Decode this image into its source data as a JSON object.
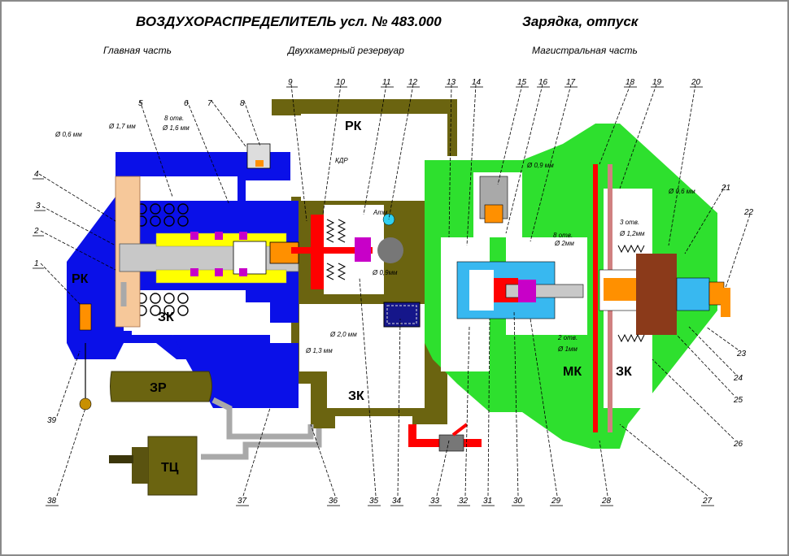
{
  "title": {
    "main": "ВОЗДУХОРАСПРЕДЕЛИТЕЛЬ усл. № 483.000",
    "mode": "Зарядка, отпуск"
  },
  "sections": {
    "main_part": "Главная часть",
    "reservoir": "Двухкамерный резервуар",
    "line_part": "Магистральная часть"
  },
  "chambers": {
    "rk_top": "РК",
    "rk_left": "РК",
    "zk_left": "ЗК",
    "zk_bottom": "ЗК",
    "mk": "МК",
    "zk_right": "ЗК",
    "zr": "ЗР",
    "tc": "ТЦ",
    "kdr": "КДР",
    "atm": "Атм"
  },
  "orifices": [
    "Ø 0,6 мм",
    "Ø 1,7 мм",
    "Ø 1,6 мм",
    "8 отв.",
    "Ø 0,9 мм",
    "Ø 0,9мм",
    "Ø 2,0 мм",
    "Ø 1,3 мм",
    "8 отв.",
    "Ø 2мм",
    "3 отв.",
    "Ø 1,2мм",
    "Ø 0,6 мм",
    "2 отв.",
    "Ø 1мм"
  ],
  "callouts": [
    "1",
    "2",
    "3",
    "4",
    "5",
    "6",
    "7",
    "8",
    "9",
    "10",
    "11",
    "12",
    "13",
    "14",
    "15",
    "16",
    "17",
    "18",
    "19",
    "20",
    "21",
    "22",
    "23",
    "24",
    "25",
    "26",
    "27",
    "28",
    "29",
    "30",
    "31",
    "32",
    "33",
    "34",
    "35",
    "36",
    "37",
    "38",
    "39"
  ],
  "colors": {
    "main_blue": "#0a10e8",
    "reservoir_olive": "#6b6410",
    "line_green": "#2ee02e",
    "hatch_gray": "#a9a9a9",
    "red": "#ff0000",
    "orange": "#ff9000",
    "diaphragm_peach": "#f6c89a",
    "violet": "#c800c8",
    "cyan": "#38b8f0"
  }
}
